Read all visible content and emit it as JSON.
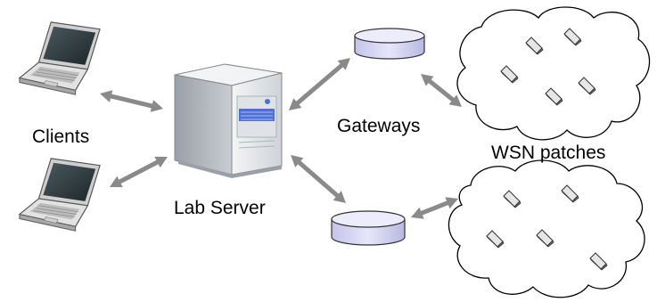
{
  "labels": {
    "clients": "Clients",
    "lab_server": "Lab Server",
    "gateways": "Gateways",
    "wsn_patches": "WSN patches"
  },
  "colors": {
    "arrow": "#8a8a8a",
    "cloud_stroke": "#000000",
    "gateway_fill": "#d4d4f2",
    "gateway_top": "#e8e8fb",
    "server_body": "#eceef0",
    "server_panel": "#4f6fd6",
    "laptop_screen": "#2e3a3e",
    "laptop_body": "#dcdcdc"
  },
  "icons": [
    "laptop-icon",
    "server-icon",
    "gateway-cylinder-icon",
    "cloud-icon",
    "sensor-node-icon",
    "bidirectional-arrow-icon"
  ]
}
